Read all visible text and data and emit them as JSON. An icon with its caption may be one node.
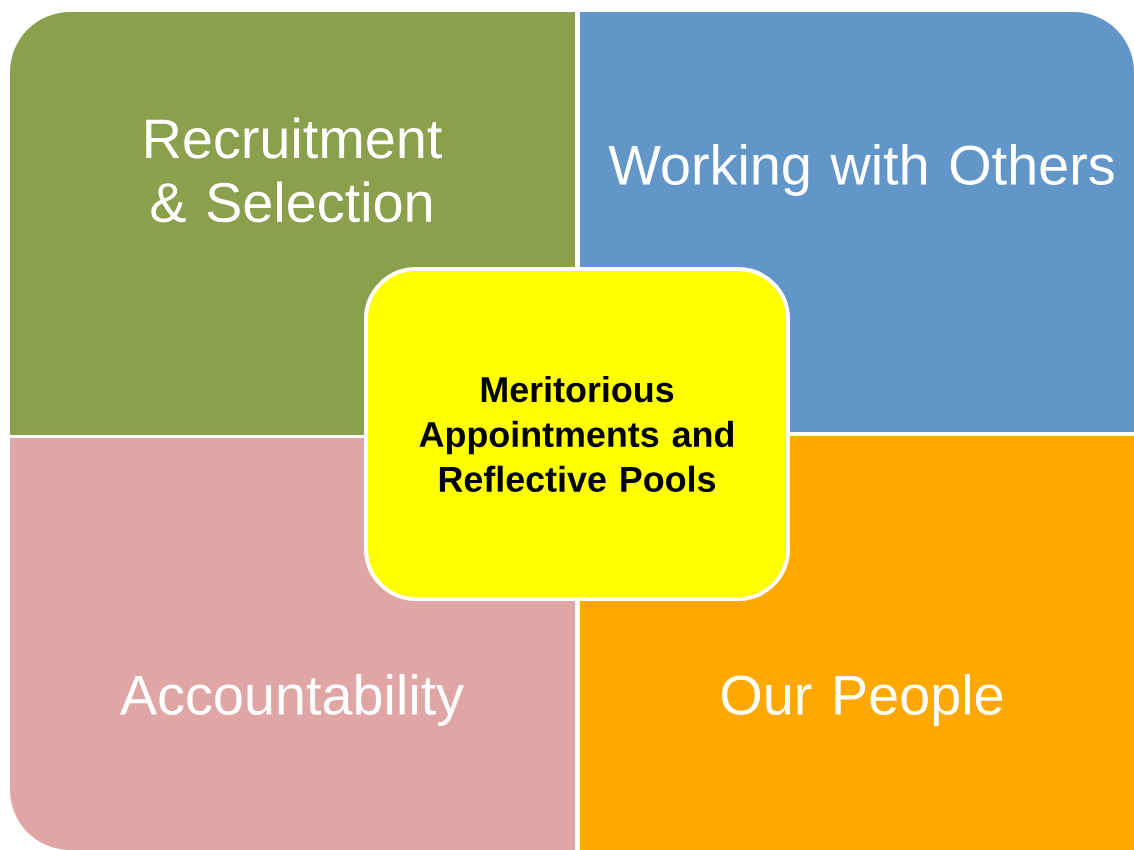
{
  "diagram": {
    "nodes": [
      {
        "text": [
          "Recruitment & Selection"
        ]
      },
      {
        "text": [
          "Working with Others"
        ]
      },
      {
        "text": [
          "Meritorious Appointments and Reflective Pools"
        ]
      },
      {
        "text": [
          "Accountability"
        ]
      },
      {
        "text": [
          "Our People"
        ]
      }
    ]
  }
}
